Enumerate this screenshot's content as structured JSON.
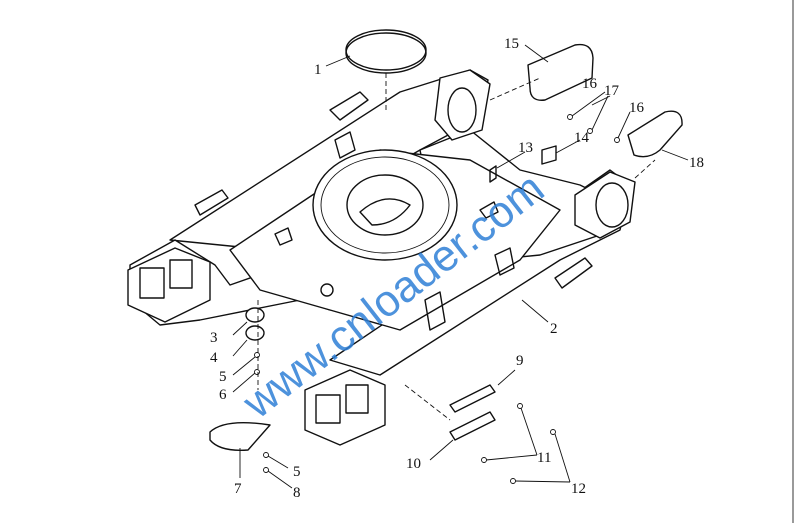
{
  "watermark": "www.cnloader.com",
  "callouts": [
    {
      "id": "c1",
      "text": "1"
    },
    {
      "id": "c2",
      "text": "2"
    },
    {
      "id": "c3",
      "text": "3"
    },
    {
      "id": "c4",
      "text": "4"
    },
    {
      "id": "c5a",
      "text": "5"
    },
    {
      "id": "c5b",
      "text": "5"
    },
    {
      "id": "c6",
      "text": "6"
    },
    {
      "id": "c7",
      "text": "7"
    },
    {
      "id": "c8",
      "text": "8"
    },
    {
      "id": "c9",
      "text": "9"
    },
    {
      "id": "c10",
      "text": "10"
    },
    {
      "id": "c11",
      "text": "11"
    },
    {
      "id": "c12",
      "text": "12"
    },
    {
      "id": "c13",
      "text": "13"
    },
    {
      "id": "c14",
      "text": "14"
    },
    {
      "id": "c15",
      "text": "15"
    },
    {
      "id": "c16a",
      "text": "16"
    },
    {
      "id": "c16b",
      "text": "16"
    },
    {
      "id": "c17",
      "text": "17"
    },
    {
      "id": "c18",
      "text": "18"
    }
  ]
}
